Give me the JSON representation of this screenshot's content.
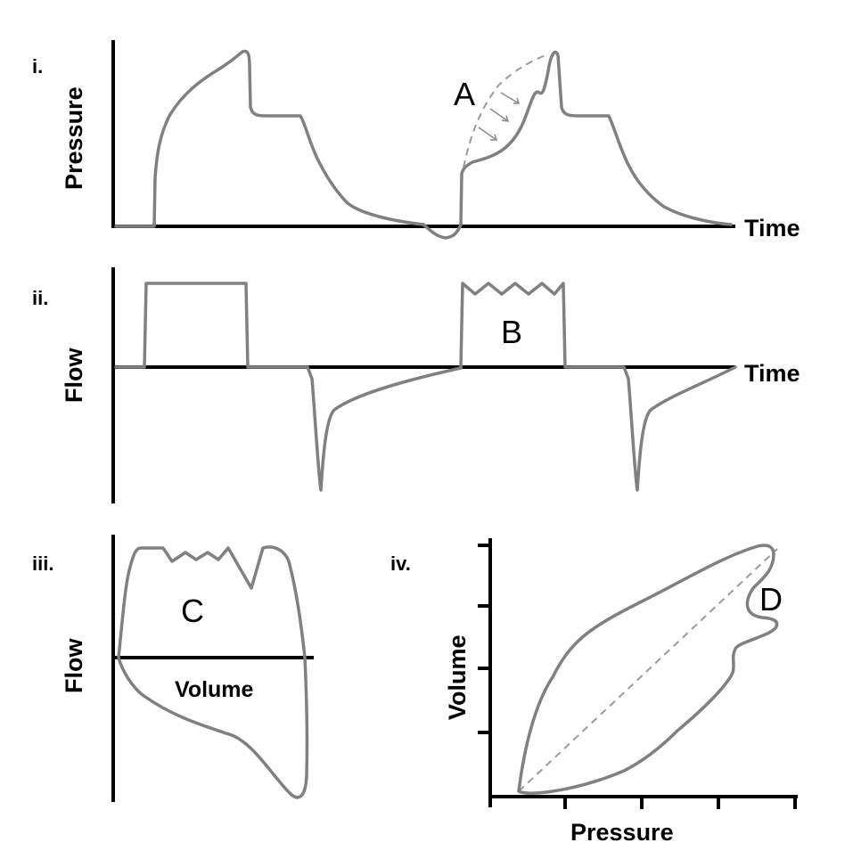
{
  "panels": {
    "p1": {
      "label": "i.",
      "ylabel": "Pressure",
      "xlabel": "Time",
      "annotation": "A"
    },
    "p2": {
      "label": "ii.",
      "ylabel": "Flow",
      "xlabel": "Time",
      "annotation": "B"
    },
    "p3": {
      "label": "iii.",
      "ylabel": "Flow",
      "xlabel": "Volume",
      "annotation": "C"
    },
    "p4": {
      "label": "iv.",
      "ylabel": "Volume",
      "xlabel": "Pressure",
      "annotation": "D"
    }
  },
  "colors": {
    "axis": "#000000",
    "curve": "#808080",
    "dashed": "#9a9a9a"
  }
}
